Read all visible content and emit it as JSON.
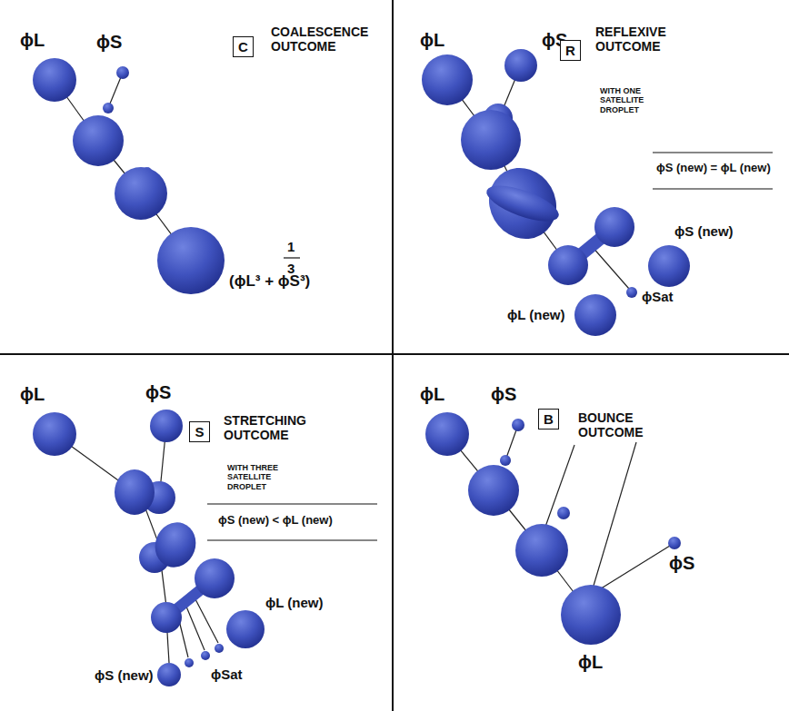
{
  "diagram": {
    "nodes": [
      {
        "text": [
          "C"
        ]
      },
      {
        "text": [
          "R"
        ]
      },
      {
        "text": [
          "S"
        ]
      },
      {
        "text": [
          "B"
        ]
      }
    ],
    "labels": [
      "ϕL",
      "ϕS",
      "COALESCENCE OUTCOME",
      "1",
      "3",
      "(ϕL³ + ϕS³)",
      "ϕL",
      "ϕS",
      "REFLEXIVE OUTCOME",
      "WITH ONE SATELLITE DROPLET",
      "ϕS (new) = ϕL (new)",
      "ϕS (new)",
      "ϕL (new)",
      "ϕSat",
      "ϕL",
      "ϕS",
      "STRETCHING OUTCOME",
      "WITH THREE SATELLITE DROPLET",
      "ϕS (new) < ϕL (new)",
      "ϕL (new)",
      "ϕS (new)",
      "ϕSat",
      "ϕL",
      "ϕS",
      "BOUNCE OUTCOME",
      "ϕS",
      "ϕL"
    ]
  }
}
